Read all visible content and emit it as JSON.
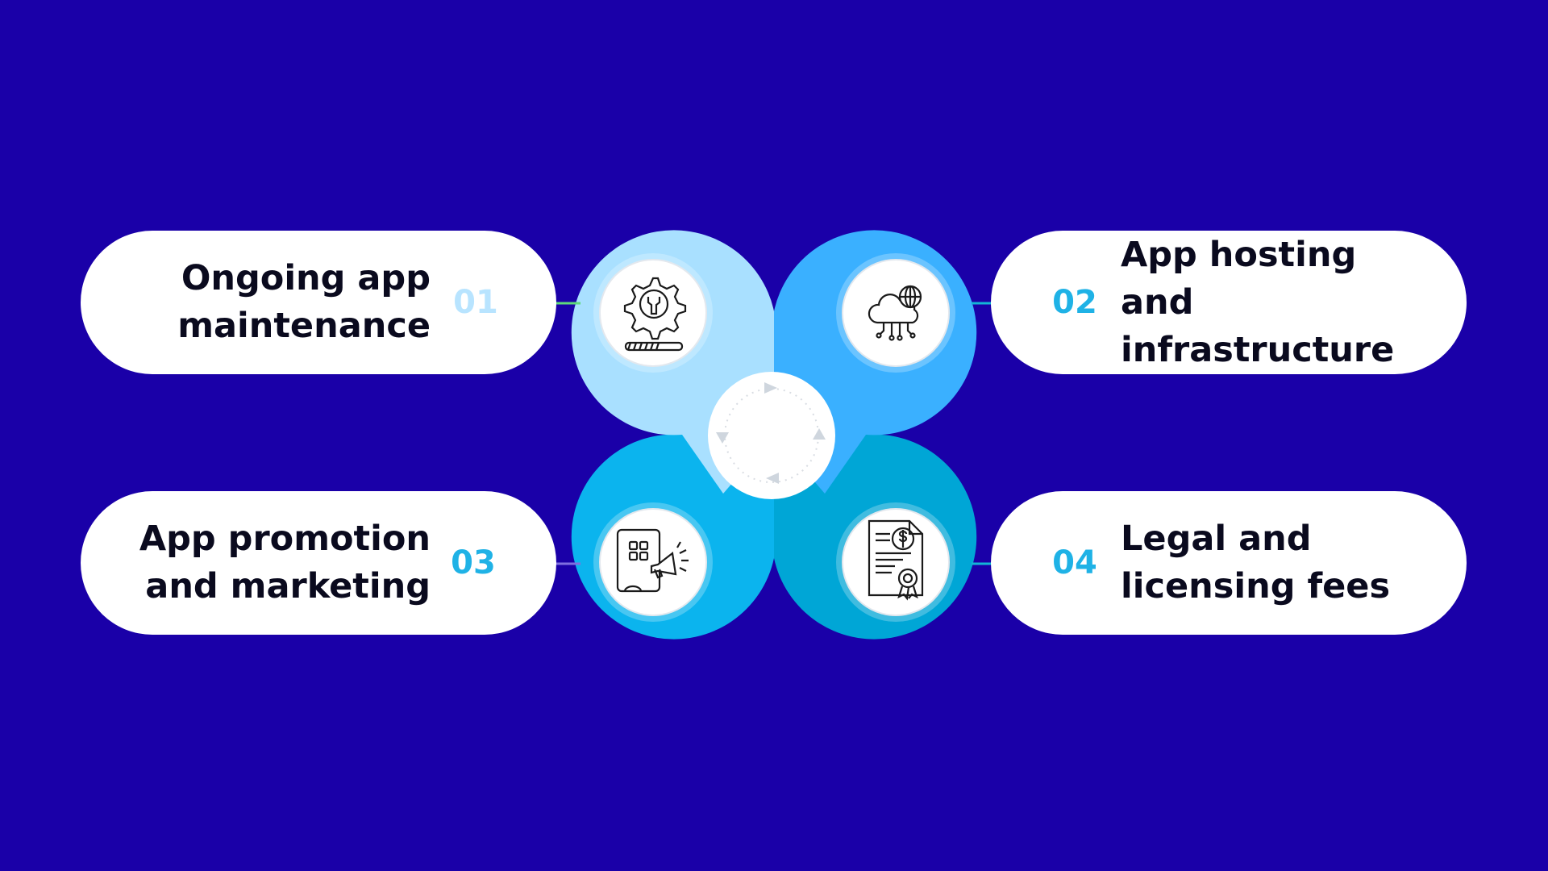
{
  "steps": [
    {
      "number": "01",
      "label": "Ongoing app\nmaintenance",
      "icon": "gear-wrench-icon",
      "number_color": "#b8e4ff",
      "dot_color": "#5fd97a",
      "petal_color": "#a9e0ff"
    },
    {
      "number": "02",
      "label": "App hosting and\ninfrastructure",
      "icon": "cloud-globe-icon",
      "number_color": "#1fb2e6",
      "dot_color": "#13b5d6",
      "petal_color": "#3ab0ff"
    },
    {
      "number": "03",
      "label": "App promotion\nand marketing",
      "icon": "tablet-megaphone-icon",
      "number_color": "#1fb2e6",
      "dot_color": "#7f6fe0",
      "petal_color": "#0bb4ee"
    },
    {
      "number": "04",
      "label": "Legal and\nlicensing fees",
      "icon": "certificate-dollar-icon",
      "number_color": "#1fb2e6",
      "dot_color": "#13b5d6",
      "petal_color": "#00a6d6"
    }
  ],
  "center": {
    "icon": "cycle-arrows-icon"
  },
  "colors": {
    "background": "#1a00a8",
    "pill": "#ffffff",
    "text": "#0a0a1e"
  }
}
